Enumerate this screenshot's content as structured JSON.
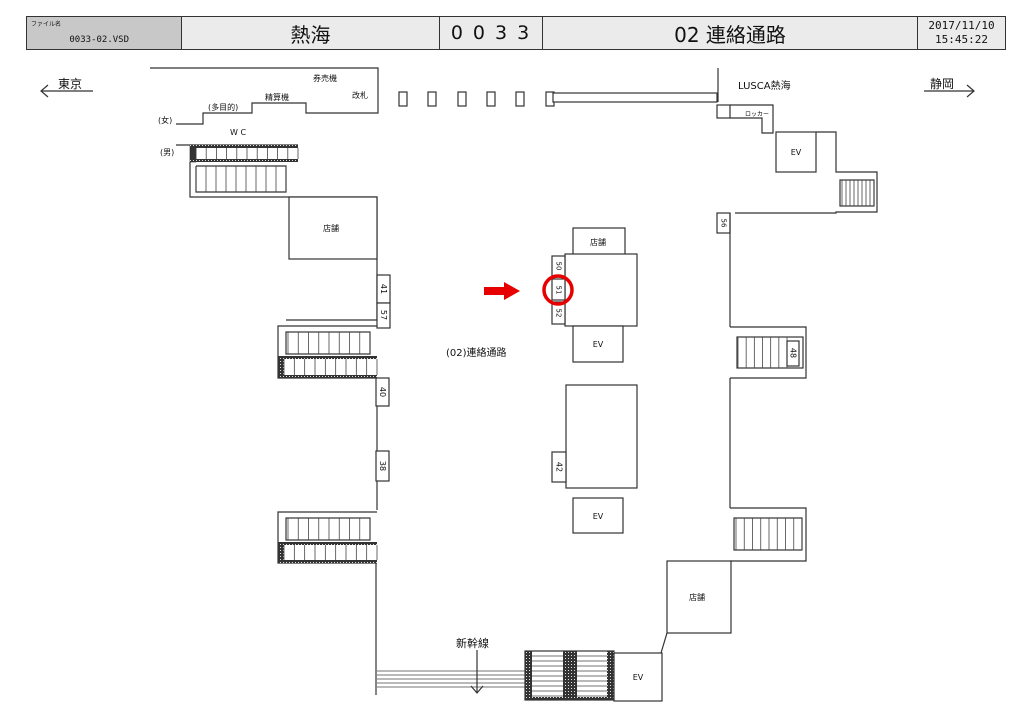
{
  "header": {
    "file_label": "ファイル名",
    "file_name": "0033-02.VSD",
    "station": "熱海",
    "code": "0033",
    "title": "02 連絡通路",
    "date": "2017/11/10",
    "time": "15:45:22"
  },
  "directions": {
    "left": "東京",
    "right": "静岡"
  },
  "labels": {
    "ticket_machine": "券売機",
    "fare_adjustment": "精算機",
    "ticket_gate": "改札",
    "multipurpose": "(多目的)",
    "women": "(女)",
    "men": "(男)",
    "wc": "W C",
    "lusca": "LUSCA熱海",
    "locker": "ロッカー",
    "shop": "店舗",
    "ev": "EV",
    "passage": "(02)連絡通路",
    "shinkansen": "新幹線"
  },
  "signs": {
    "s41": "41",
    "s57": "57",
    "s40": "40",
    "s38": "38",
    "s50": "50",
    "s51": "51",
    "s52": "52",
    "s42": "42",
    "s56": "56",
    "s48": "48"
  },
  "highlight": {
    "target_sign": "51",
    "color": "#e60000"
  }
}
